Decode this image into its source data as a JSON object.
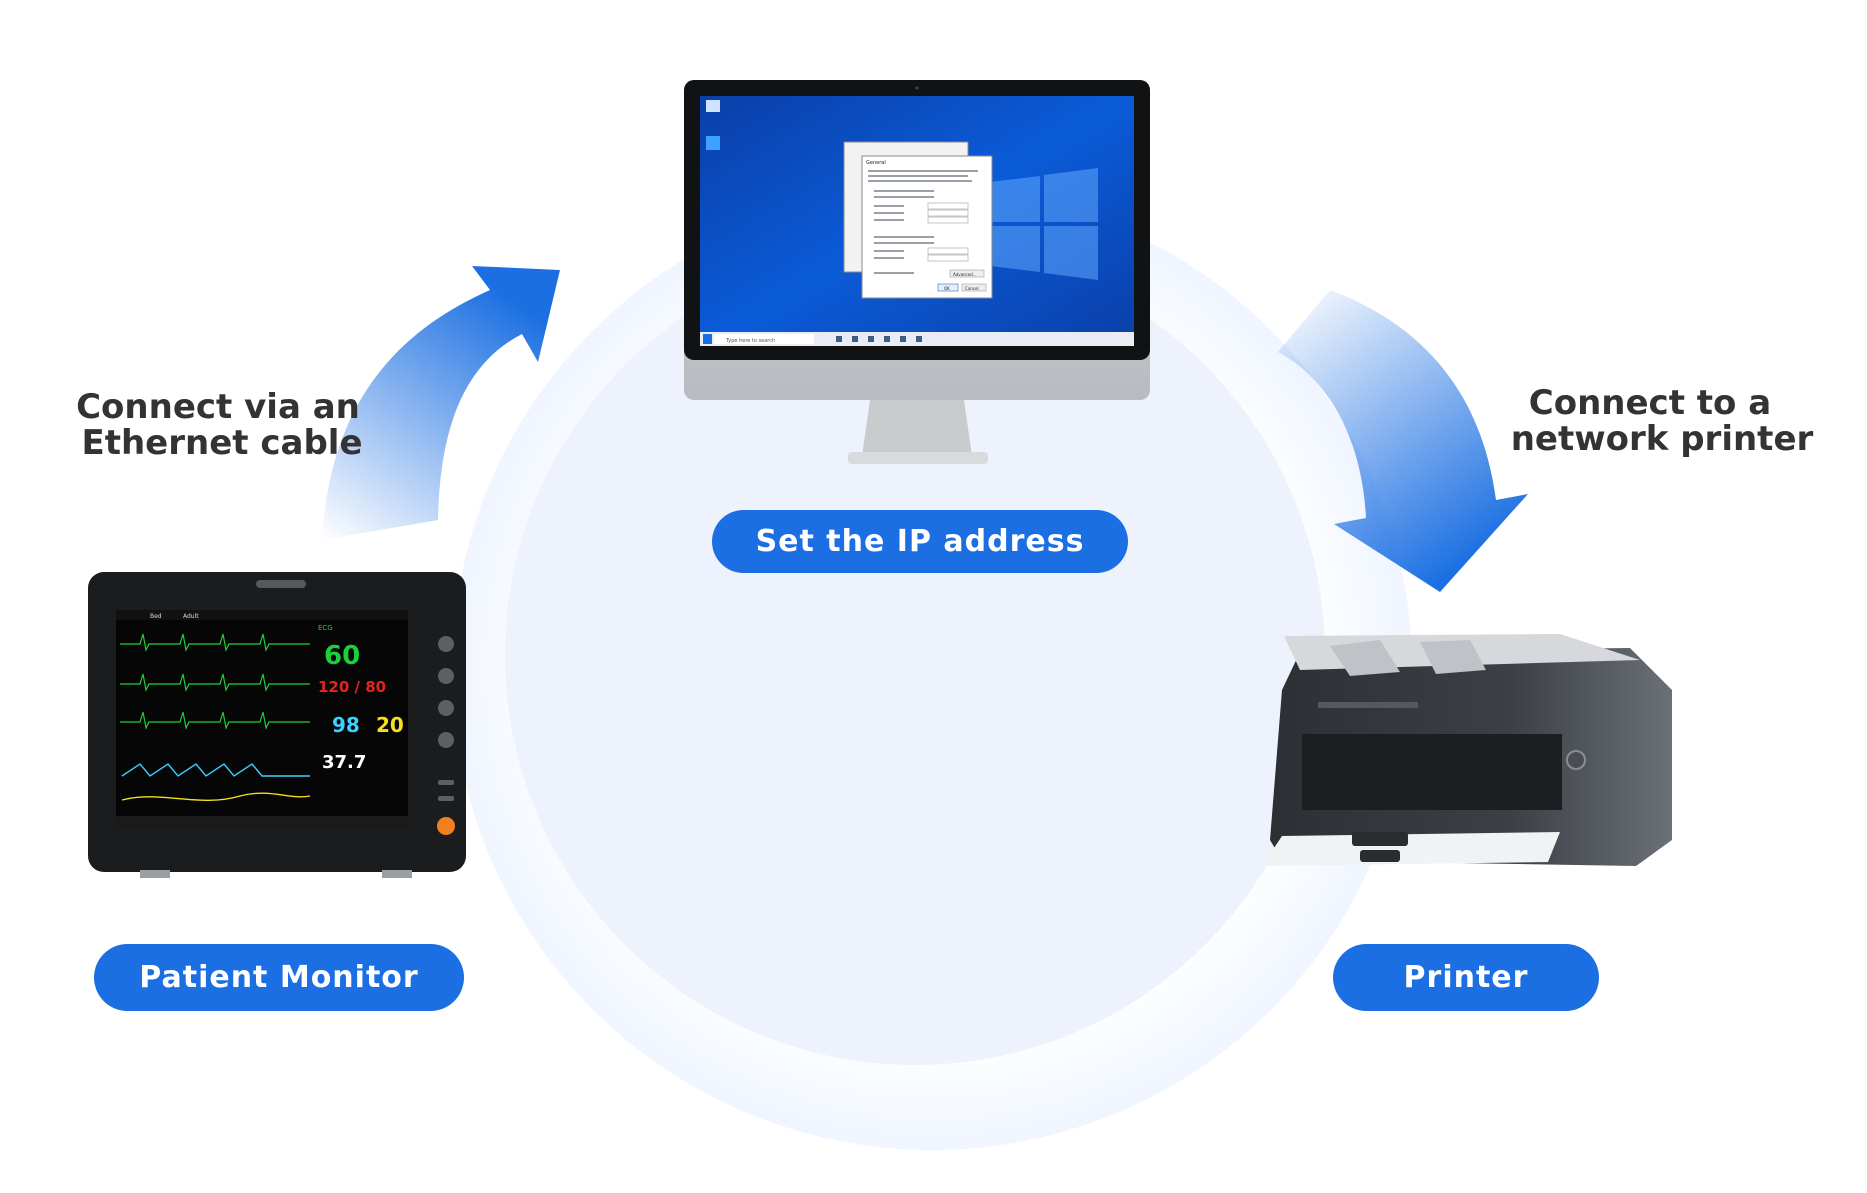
{
  "steps": {
    "left_label_line1": "Connect via an",
    "left_label_line2": "Ethernet cable",
    "right_label_line1": "Connect to a",
    "right_label_line2": "network printer"
  },
  "nodes": {
    "computer": "Set the IP address",
    "monitor": "Patient Monitor",
    "printer": "Printer"
  },
  "monitor_screen": {
    "hr": "60",
    "nibp": "120 / 80",
    "spo2": "98",
    "resp": "20",
    "temp": "37.7",
    "ecg_label": "ECG",
    "bed": "Bed",
    "patient_type": "Adult"
  },
  "desktop_screen": {
    "search_placeholder": "Type here to search",
    "dialog_tab": "General",
    "ok": "OK",
    "cancel": "Cancel",
    "advanced": "Advanced..."
  },
  "colors": {
    "accent": "#1b6fe2",
    "label_text": "#333333",
    "circle": "#edf2fd"
  }
}
